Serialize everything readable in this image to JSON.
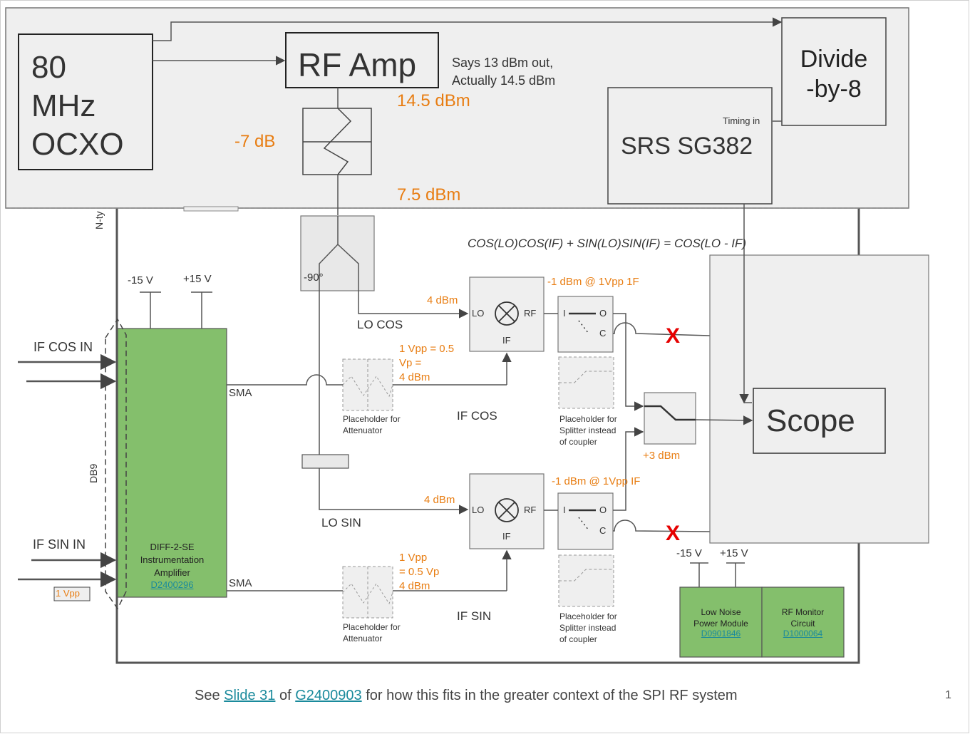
{
  "colors": {
    "orange": "#e87d12",
    "green": "#84bf6c",
    "gray_fill": "#efefef",
    "red": "#e60000",
    "link": "#1a8a9c",
    "line": "#555555"
  },
  "top": {
    "ocxo": "80\nMHz\nOCXO",
    "rf_amp": "RF Amp",
    "rf_amp_note_1": "Says 13 dBm out,",
    "rf_amp_note_2": "Actually 14.5 dBm",
    "dbm_14_5": "14.5 dBm",
    "atten_7": "-7 dB",
    "dbm_7_5": "7.5 dBm",
    "divide_by_8": "Divide\n-by-8",
    "timing_in": "Timing in",
    "srs": "SRS SG382"
  },
  "left": {
    "n_type": "N-ty",
    "db9": "DB9",
    "if_cos_in": "IF COS IN",
    "if_sin_in": "IF SIN IN",
    "vpp_badge": "1 Vpp",
    "minus15": "-15 V",
    "plus15": "+15 V",
    "amp_name": "DIFF-2-SE\nInstrumentation\nAmplifier",
    "amp_link": "D2400296",
    "sma_top": "SMA",
    "sma_bottom": "SMA"
  },
  "middle": {
    "equation": "COS(LO)COS(IF) + SIN(LO)SIN(IF) = COS(LO - IF)",
    "minus90": "-90°",
    "lo_cos": "LO COS",
    "lo_sin": "LO SIN",
    "if_cos": "IF COS",
    "if_sin": "IF SIN",
    "dbm4_top": "4 dBm",
    "dbm4_bottom": "4 dBm",
    "if_cos_level": "1 Vpp = 0.5\nVp =\n4 dBm",
    "if_sin_level": "1 Vpp\n= 0.5 Vp\n4 dBm",
    "placeholder_att_top": "Placeholder for\nAttenuator",
    "placeholder_att_bottom": "Placeholder for\nAttenuator",
    "mixer_lo": "LO",
    "mixer_rf": "RF",
    "mixer_if": "IF",
    "mix_out_top": "-1 dBm @ 1Vpp 1F",
    "mix_out_bottom": "-1 dBm @ 1Vpp IF",
    "switch_i": "I",
    "switch_o": "O",
    "switch_c": "C",
    "placeholder_split_top": "Placeholder for\nSplitter instead\nof coupler",
    "placeholder_split_bottom": "Placeholder for\nSplitter instead\nof coupler",
    "plus3": "+3 dBm",
    "x_mark": "X"
  },
  "right": {
    "scope": "Scope",
    "minus15": "-15 V",
    "plus15": "+15 V",
    "lnpm": "Low Noise\nPower Module",
    "lnpm_link": "D0901846",
    "rfmon": "RF Monitor\nCircuit",
    "rfmon_link": "D1000064"
  },
  "footer": {
    "see": "See ",
    "slide": "Slide 31",
    "of": " of ",
    "g_link": "G2400903",
    "rest": " for how this fits in the greater context of the SPI RF system",
    "page_number": "1"
  }
}
